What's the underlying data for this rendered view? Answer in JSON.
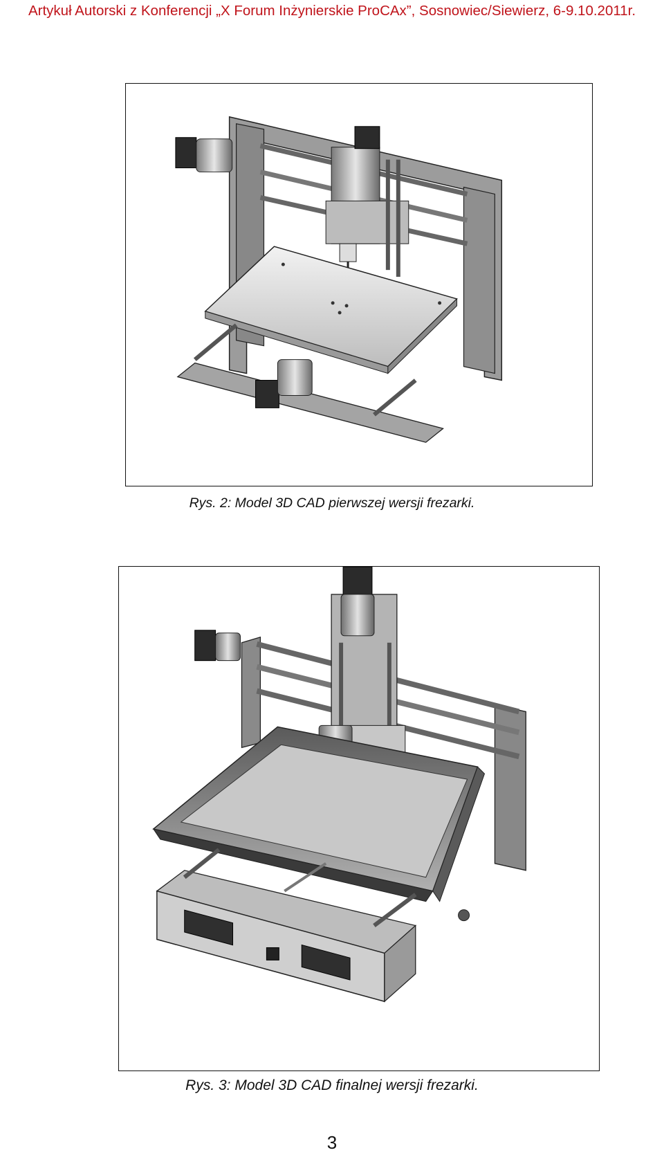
{
  "header": {
    "text": "Artykuł Autorski z Konferencji „X Forum Inżynierskie ProCAx”, Sosnowiec/Siewierz, 6-9.10.2011r."
  },
  "figures": [
    {
      "caption": "Rys. 2: Model 3D CAD pierwszej wersji frezarki."
    },
    {
      "caption": "Rys. 3: Model 3D CAD finalnej wersji frezarki."
    }
  ],
  "page_number": "3",
  "colors": {
    "header": "#c0141b",
    "frame_border": "#111111"
  }
}
